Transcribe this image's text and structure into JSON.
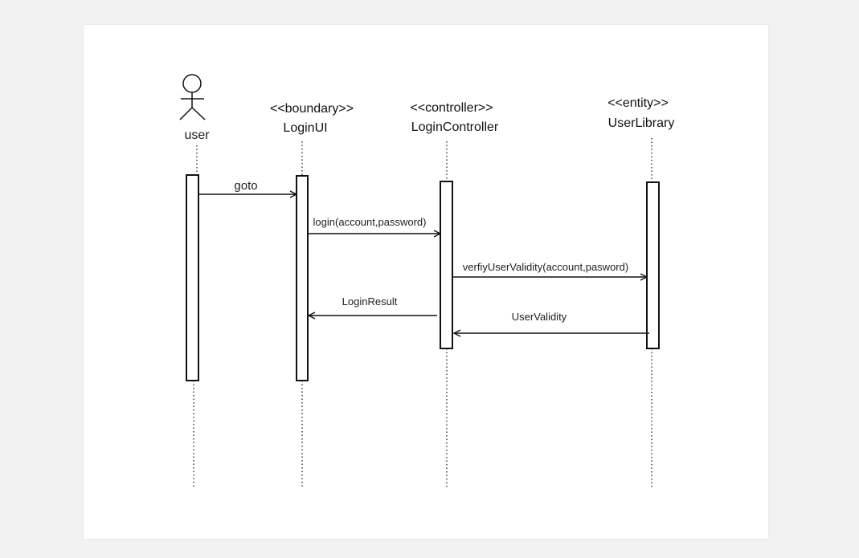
{
  "diagram": {
    "actor": {
      "label": "user"
    },
    "objects": [
      {
        "stereotype": "<<boundary>>",
        "name": "LoginUI"
      },
      {
        "stereotype": "<<controller>>",
        "name": "LoginController"
      },
      {
        "stereotype": "<<entity>>",
        "name": "UserLibrary"
      }
    ],
    "messages": [
      {
        "label": "goto",
        "from": "user",
        "to": "LoginUI"
      },
      {
        "label": "login(account,password)",
        "from": "LoginUI",
        "to": "LoginController"
      },
      {
        "label": "verfiyUserValidity(account,pasword)",
        "from": "LoginController",
        "to": "UserLibrary"
      },
      {
        "label": "LoginResult",
        "from": "LoginController",
        "to": "LoginUI"
      },
      {
        "label": "UserValidity",
        "from": "UserLibrary",
        "to": "LoginController"
      }
    ]
  },
  "colors": {
    "line": "#111111",
    "canvas": "#ffffff",
    "page": "#f2f2f2"
  }
}
